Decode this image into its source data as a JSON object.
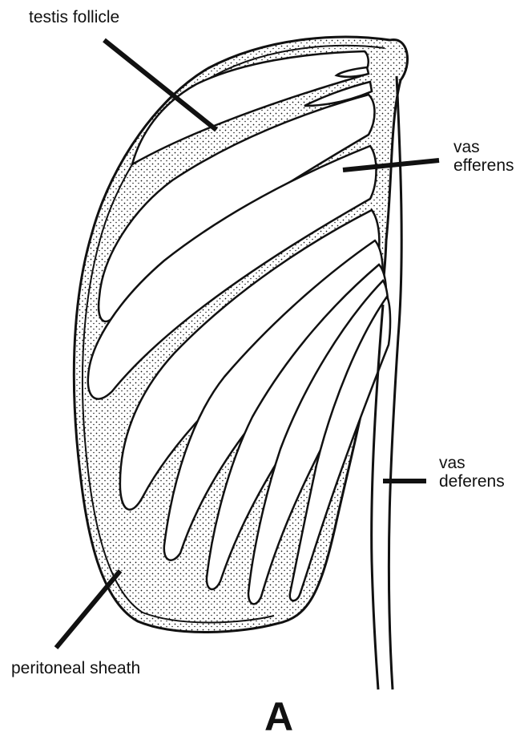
{
  "labels": {
    "testis_follicle": "testis follicle",
    "vas_efferens": "vas\nefferens",
    "vas_deferens": "vas\ndeferens",
    "peritoneal_sheath": "peritoneal sheath",
    "panel": "A"
  },
  "colors": {
    "ink": "#111111",
    "background": "#ffffff"
  }
}
